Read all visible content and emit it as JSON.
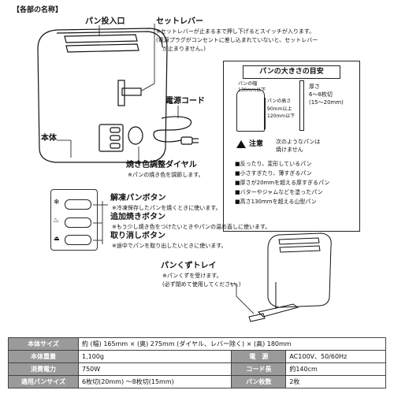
{
  "section_title": "【各部の名称】",
  "labels": {
    "slot": "パン投入口",
    "lever": "セットレバー",
    "lever_note1": "※セットレバーが止まるまで押し下げるとスイッチが入ります。",
    "lever_note2": "(電源プラグがコンセントに差し込まれていないと、セットレバー",
    "lever_note3": "が止まりません。)",
    "cord": "電源コード",
    "body": "本体",
    "dial": "焼き色調整ダイヤル",
    "dial_note": "※パンの焼き色を調節します。",
    "defrost": "解凍パンボタン",
    "defrost_note": "※冷凍保存したパンを焼くときに使います。",
    "reheat": "追加焼きボタン",
    "reheat_note": "※もう少し焼き色をつけたいときやパンの温め直しに使います。",
    "cancel": "取り消しボタン",
    "cancel_note": "※途中でパンを取り出したいときに使います。",
    "tray": "パンくずトレイ",
    "tray_note1": "※パンくずを受けます。",
    "tray_note2": "(必ず閉めて使用してください。)"
  },
  "guide": {
    "title": "パンの大きさの目安",
    "width_label": "パンの幅",
    "width_value": "130mm以下",
    "thickness_label": "厚さ",
    "thickness_value": "6～8枚切",
    "thickness_mm": "(15～20mm)",
    "height_label": "パンの高さ",
    "height_value1": "90mm以上",
    "height_value2": "120mm以下",
    "caution_title": "注意",
    "caution_text1": "次のようなパンは",
    "caution_text2": "焼けません",
    "items": [
      "反ったり、変形しているパン",
      "小さすぎたり、薄すぎるパン",
      "厚さが20mmを超える厚すぎるパン",
      "バターやジャムなどを塗ったパン",
      "高さ130mmを超える山型パン"
    ]
  },
  "spec": {
    "r1_label": "本体サイズ",
    "r1_value": "約 (幅) 165mm × (奥) 275mm (ダイヤル、レバー除く) × (高) 180mm",
    "r2_label": "本体重量",
    "r2_value": "1,100g",
    "r2_label2": "電　源",
    "r2_value2": "AC100V、50/60Hz",
    "r3_label": "消費電力",
    "r3_value": "750W",
    "r3_label2": "コード長",
    "r3_value2": "約140cm",
    "r4_label": "適用パンサイズ",
    "r4_value": "6枚切(20mm) ～8枚切(15mm)",
    "r4_label2": "パン枚数",
    "r4_value2": "2枚"
  }
}
